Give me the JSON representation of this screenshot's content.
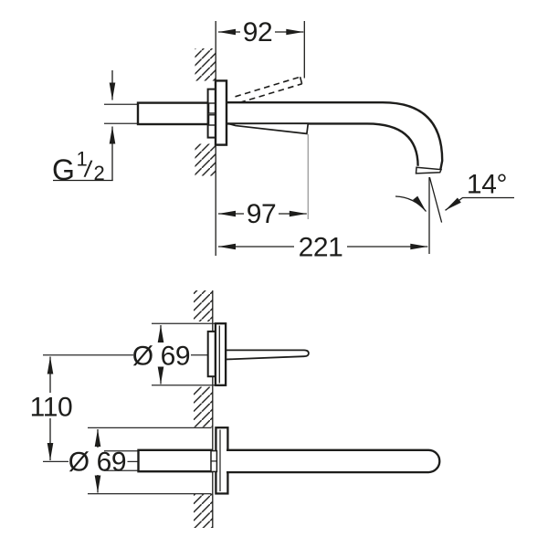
{
  "colors": {
    "line": "#1d1d1b",
    "background": "#ffffff",
    "faint_extension_line": "#9a9a9a"
  },
  "top_view": {
    "dim_handle_projection": "92",
    "dim_lever_projection": "97",
    "dim_spout_projection": "221",
    "spray_angle": "14°",
    "thread_g": "G",
    "thread_numerator": "1",
    "thread_slash": "/",
    "thread_denominator": "2"
  },
  "bottom_view": {
    "dia_handle_escutcheon": "Ø 69",
    "dia_spout_escutcheon": "Ø 69",
    "dim_center_spacing": "110"
  }
}
